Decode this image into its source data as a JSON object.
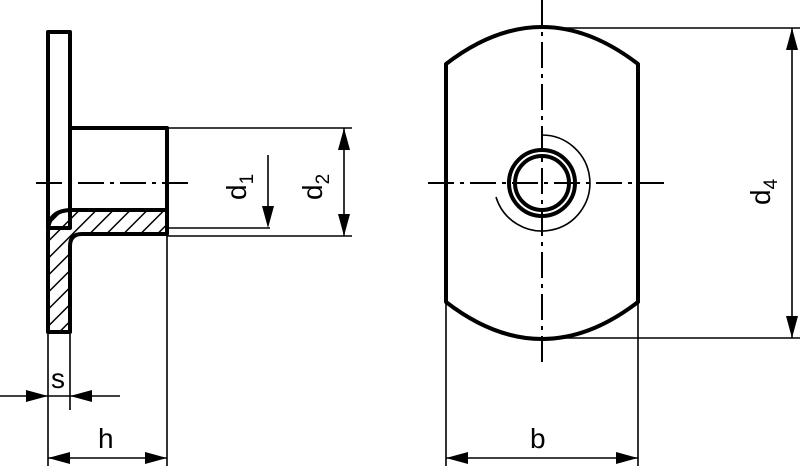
{
  "dimensions": {
    "s": "s",
    "h": "h",
    "d1": {
      "base": "d",
      "sub": "1"
    },
    "d2": {
      "base": "d",
      "sub": "2"
    },
    "d4": {
      "base": "d",
      "sub": "4"
    },
    "b": "b"
  }
}
